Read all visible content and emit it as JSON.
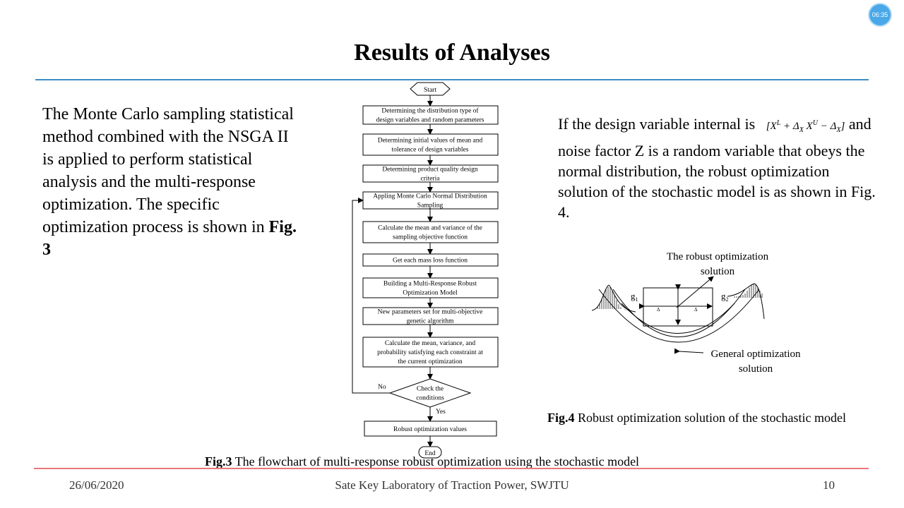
{
  "slide": {
    "title": "Results of Analyses",
    "time_badge": "06:35",
    "left_text_main": "The Monte Carlo sampling statistical method combined with the NSGA II is applied to perform statistical analysis and the multi-response optimization. The specific optimization process is shown in ",
    "left_text_ref": "Fig. 3",
    "right_text_intro": "If the design variable internal is",
    "right_text_body": "and noise factor Z is a random variable that obeys the normal distribution, the robust optimization solution of the stochastic model is as shown in Fig. 4."
  },
  "flowchart": {
    "start": "Start",
    "end": "End",
    "steps": [
      [
        "Determining the distribution type of",
        "design variables and random parameters"
      ],
      [
        "Determining initial values of mean and",
        "tolerance of design variables"
      ],
      [
        "Determining product quality design",
        "criteria"
      ],
      [
        "Appling Monte Carlo Normal Distribution",
        "Sampling"
      ],
      [
        "Calculate the mean and variance of the",
        "sampling objective function"
      ],
      [
        "Get each mass loss function"
      ],
      [
        "Building a Multi-Response Robust",
        "Optimization Model"
      ],
      [
        "New parameters set for multi-objective",
        "genetic algorithm"
      ],
      [
        "Calculate the mean, variance, and",
        "probability satisfying each constraint at",
        "the current optimization"
      ]
    ],
    "decision": [
      "Check the",
      "conditions"
    ],
    "no_label": "No",
    "yes_label": "Yes",
    "final_step": "Robust optimization values"
  },
  "fig3": {
    "label": "Fig.3",
    "caption": " The flowchart of multi-response robust optimization using the stochastic model"
  },
  "fig4": {
    "label": "Fig.4",
    "caption": " Robust optimization solution of the stochastic model",
    "robust_label": [
      "The robust optimization",
      "solution"
    ],
    "general_label": [
      "General optimization",
      "solution"
    ],
    "g1": "g",
    "g1_sub": "1",
    "g2": "g",
    "g2_sub": "2"
  },
  "footer": {
    "date": "26/06/2020",
    "organization": "Sate Key Laboratory of Traction Power, SWJTU",
    "page": "10"
  }
}
